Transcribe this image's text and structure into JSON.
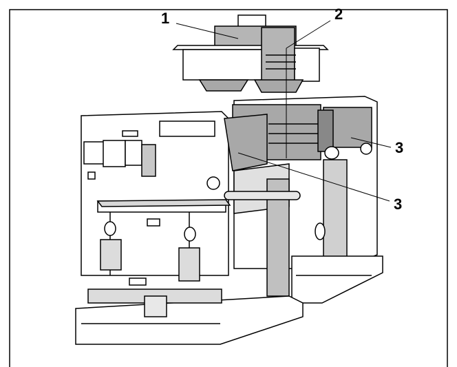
{
  "diagram": {
    "callouts": {
      "c1": "1",
      "c2": "2",
      "c3a": "3",
      "c3b": "3"
    },
    "colors": {
      "line": "#000000",
      "panel_gray": "#a8a8a8",
      "background": "#ffffff"
    }
  }
}
